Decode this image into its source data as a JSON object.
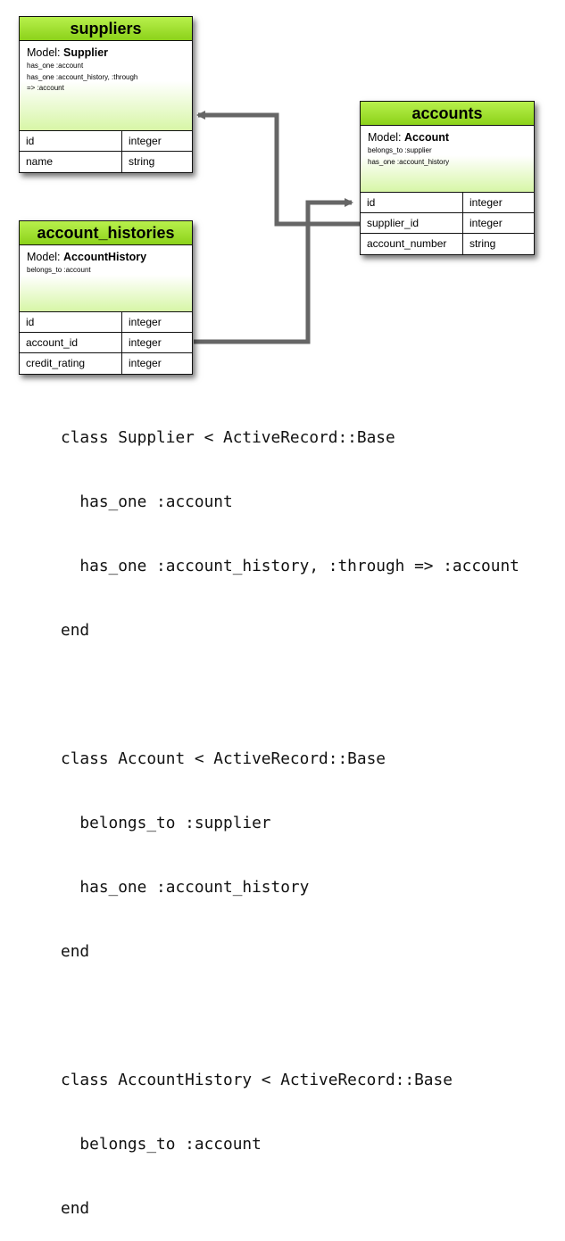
{
  "tables": {
    "suppliers": {
      "name": "suppliers",
      "model_label": "Model:",
      "model_name": "Supplier",
      "relations": [
        "has_one :account",
        "has_one :account_history, :through",
        "=> :account"
      ],
      "rows": [
        {
          "col": "id",
          "type": "integer"
        },
        {
          "col": "name",
          "type": "string"
        }
      ]
    },
    "accounts": {
      "name": "accounts",
      "model_label": "Model:",
      "model_name": "Account",
      "relations": [
        "belongs_to :supplier",
        "has_one :account_history"
      ],
      "rows": [
        {
          "col": "id",
          "type": "integer"
        },
        {
          "col": "supplier_id",
          "type": "integer"
        },
        {
          "col": "account_number",
          "type": "string"
        }
      ]
    },
    "account_histories": {
      "name": "account_histories",
      "model_label": "Model:",
      "model_name": "AccountHistory",
      "relations": [
        "belongs_to :account"
      ],
      "rows": [
        {
          "col": "id",
          "type": "integer"
        },
        {
          "col": "account_id",
          "type": "integer"
        },
        {
          "col": "credit_rating",
          "type": "integer"
        }
      ]
    }
  },
  "code_lines": [
    "class Supplier < ActiveRecord::Base",
    "  has_one :account",
    "  has_one :account_history, :through => :account",
    "end",
    "",
    "class Account < ActiveRecord::Base",
    "  belongs_to :supplier",
    "  has_one :account_history",
    "end",
    "",
    "class AccountHistory < ActiveRecord::Base",
    "  belongs_to :account",
    "end"
  ],
  "colors": {
    "header_green": "#9ee02c",
    "arrow": "#666666"
  }
}
